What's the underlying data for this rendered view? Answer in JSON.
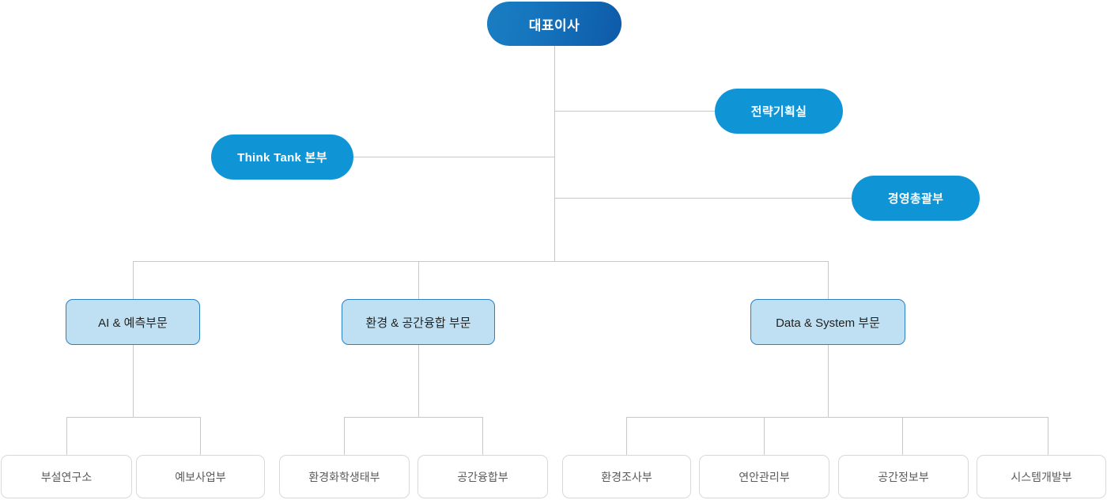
{
  "chart_title": "",
  "theme": {
    "background": "#ffffff",
    "line_color": "#c8c8c8",
    "ceo_gradient_from": "#1a7ec2",
    "ceo_gradient_to": "#0e5aa8",
    "staff_fill": "#0f95d6",
    "division_fill": "#bfe0f2",
    "division_border": "#2b7fc4",
    "department_fill": "#ffffff",
    "department_border": "#d8d8d8",
    "department_text": "#5a5a5a"
  },
  "nodes": {
    "ceo": {
      "label": "대표이사",
      "level": "executive"
    },
    "staff": [
      {
        "label": "전략기획실",
        "side": "right"
      },
      {
        "label": "Think Tank 본부",
        "side": "left"
      },
      {
        "label": "경영총괄부",
        "side": "right"
      }
    ],
    "divisions": [
      {
        "label": "AI & 예측부문"
      },
      {
        "label": "환경 & 공간융합 부문"
      },
      {
        "label": "Data & System 부문"
      }
    ],
    "departments": [
      {
        "label": "부설연구소",
        "parent": "AI & 예측부문"
      },
      {
        "label": "예보사업부",
        "parent": "AI & 예측부문"
      },
      {
        "label": "환경화학생태부",
        "parent": "환경 & 공간융합 부문"
      },
      {
        "label": "공간융합부",
        "parent": "환경 & 공간융합 부문"
      },
      {
        "label": "환경조사부",
        "parent": "Data & System 부문"
      },
      {
        "label": "연안관리부",
        "parent": "Data & System 부문"
      },
      {
        "label": "공간정보부",
        "parent": "Data & System 부문"
      },
      {
        "label": "시스템개발부",
        "parent": "Data & System 부문"
      }
    ]
  }
}
